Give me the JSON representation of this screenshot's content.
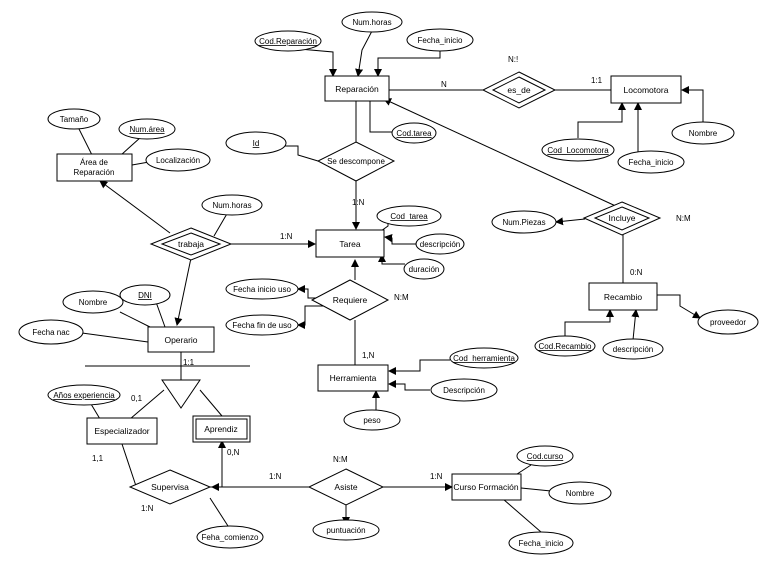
{
  "entities": {
    "reparacion": "Reparación",
    "locomotora": "Locomotora",
    "area": [
      "Área de",
      "Reparación"
    ],
    "tarea": "Tarea",
    "recambio": "Recambio",
    "operario": "Operario",
    "herramienta": "Herramienta",
    "especializador": "Especializador",
    "aprendiz": "Aprendiz",
    "curso": "Curso Formación"
  },
  "relationships": {
    "es_de": "es_de",
    "se_descompone": "Se descompone",
    "incluye": "Incluye",
    "trabaja": "trabaja",
    "requiere": "Requiere",
    "supervisa": "Supervisa",
    "asiste": "Asiste"
  },
  "attributes": {
    "rep_cod": "Cod.Reparación",
    "rep_horas": "Num.horas",
    "rep_fecha": "Fecha_inicio",
    "loco_cod": "Cod_Locomotora",
    "loco_fecha": "Fecha_inicio",
    "loco_nombre": "Nombre",
    "id": "Id",
    "cod_tarea_rel": "Cod.tarea",
    "tamano": "Tamaño",
    "num_area": "Num.área",
    "localizacion": "Localización",
    "trab_horas": "Num.horas",
    "cod_tarea": "Cod_tarea",
    "descripcion_t": "descripción",
    "duracion": "duración",
    "num_piezas": "Num.Piezas",
    "cod_recambio": "Cod.Recambio",
    "desc_recambio": "descripción",
    "proveedor": "proveedor",
    "fecha_inicio_uso": "Fecha inicio uso",
    "fecha_fin_uso": "Fecha fin de uso",
    "cod_herramienta": "Cod_herramienta",
    "desc_herramienta": "Descripción",
    "peso": "peso",
    "op_nombre": "Nombre",
    "dni": "DNI",
    "fecha_nac": "Fecha nac",
    "anos_exp": "Años experiencia",
    "feha_comienzo": "Feha_comienzo",
    "puntuacion": "puntuación",
    "cod_curso": "Cod.curso",
    "curso_nombre": "Nombre",
    "curso_fecha": "Fecha_inicio"
  },
  "cardinalities": {
    "es_de_top": "N:!",
    "es_de_left": "N",
    "es_de_right": "1:1",
    "descompone": "1:N",
    "incluye": "N:M",
    "incluye_down": "0:N",
    "trabaja": "1:N",
    "requiere": "N:M",
    "requiere_down": "1,N",
    "operario": "1:1",
    "especializa": "0,1",
    "aprendiz": "0,N",
    "esp_down": "1,1",
    "supervisa": "1:N",
    "asiste_left": "1:N",
    "asiste_top": "N:M",
    "asiste_right": "1:N"
  }
}
